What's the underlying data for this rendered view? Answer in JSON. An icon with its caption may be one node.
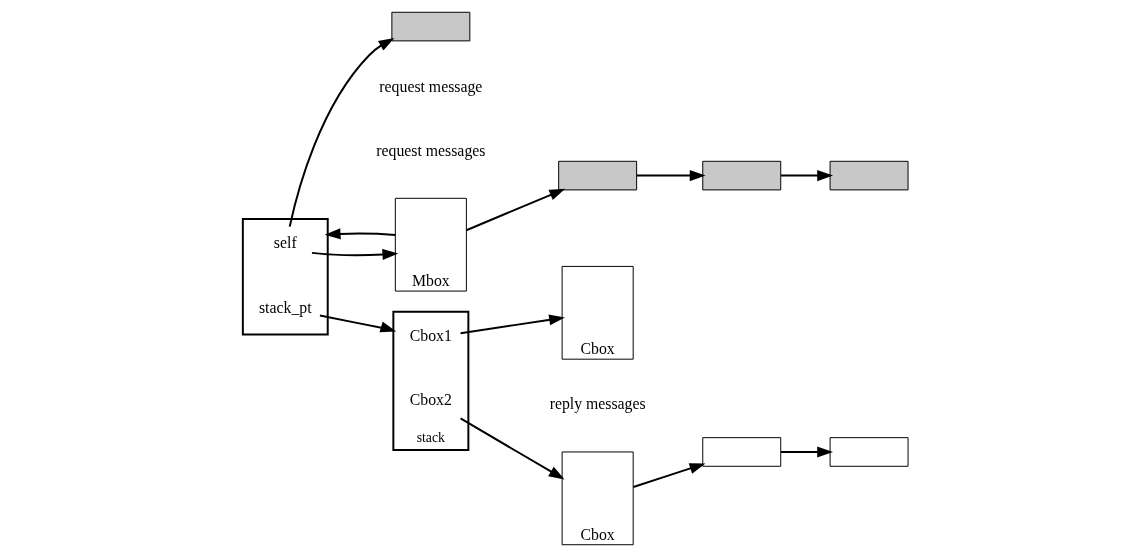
{
  "diagram": {
    "nodes": [
      {
        "text": [],
        "shape": "box"
      },
      {
        "text": [
          "self"
        ],
        "in": 0
      },
      {
        "text": [
          "stack_pt"
        ],
        "in": 0
      },
      {
        "text": [],
        "shape": "box",
        "beside": [
          "request message"
        ]
      },
      {
        "text": [
          "Mbox"
        ]
      },
      {
        "text": [],
        "shape": "box"
      },
      {
        "text": [],
        "shape": "box"
      },
      {
        "text": [],
        "shape": "box"
      },
      {
        "text": [
          "stack"
        ]
      },
      {
        "text": [
          "Cbox1"
        ],
        "in": 8
      },
      {
        "text": [
          "Cbox2"
        ],
        "in": 8
      },
      {
        "text": [
          "Cbox"
        ]
      },
      {
        "text": [
          "Cbox"
        ]
      },
      {
        "text": [],
        "shape": "box"
      },
      {
        "text": [],
        "shape": "box"
      }
    ],
    "edges": [
      {
        "from": 4,
        "to": 0,
        "arrow": "to"
      },
      {
        "from": 1,
        "to": 4,
        "arrow": "to"
      },
      {
        "from": 1,
        "to": 3,
        "arrow": "to"
      },
      {
        "from": 4,
        "to": 5,
        "arrow": "to"
      },
      {
        "from": 5,
        "to": 6,
        "arrow": "to"
      },
      {
        "from": 6,
        "to": 7,
        "arrow": "to"
      },
      {
        "from": 2,
        "to": 8,
        "arrow": "to"
      },
      {
        "from": 9,
        "to": 11,
        "arrow": "to"
      },
      {
        "from": 10,
        "to": 12,
        "arrow": "to"
      },
      {
        "from": 12,
        "to": 13,
        "arrow": "to"
      },
      {
        "from": 13,
        "to": 14,
        "arrow": "to"
      }
    ],
    "labels": [
      "request messages",
      "reply messages"
    ]
  }
}
